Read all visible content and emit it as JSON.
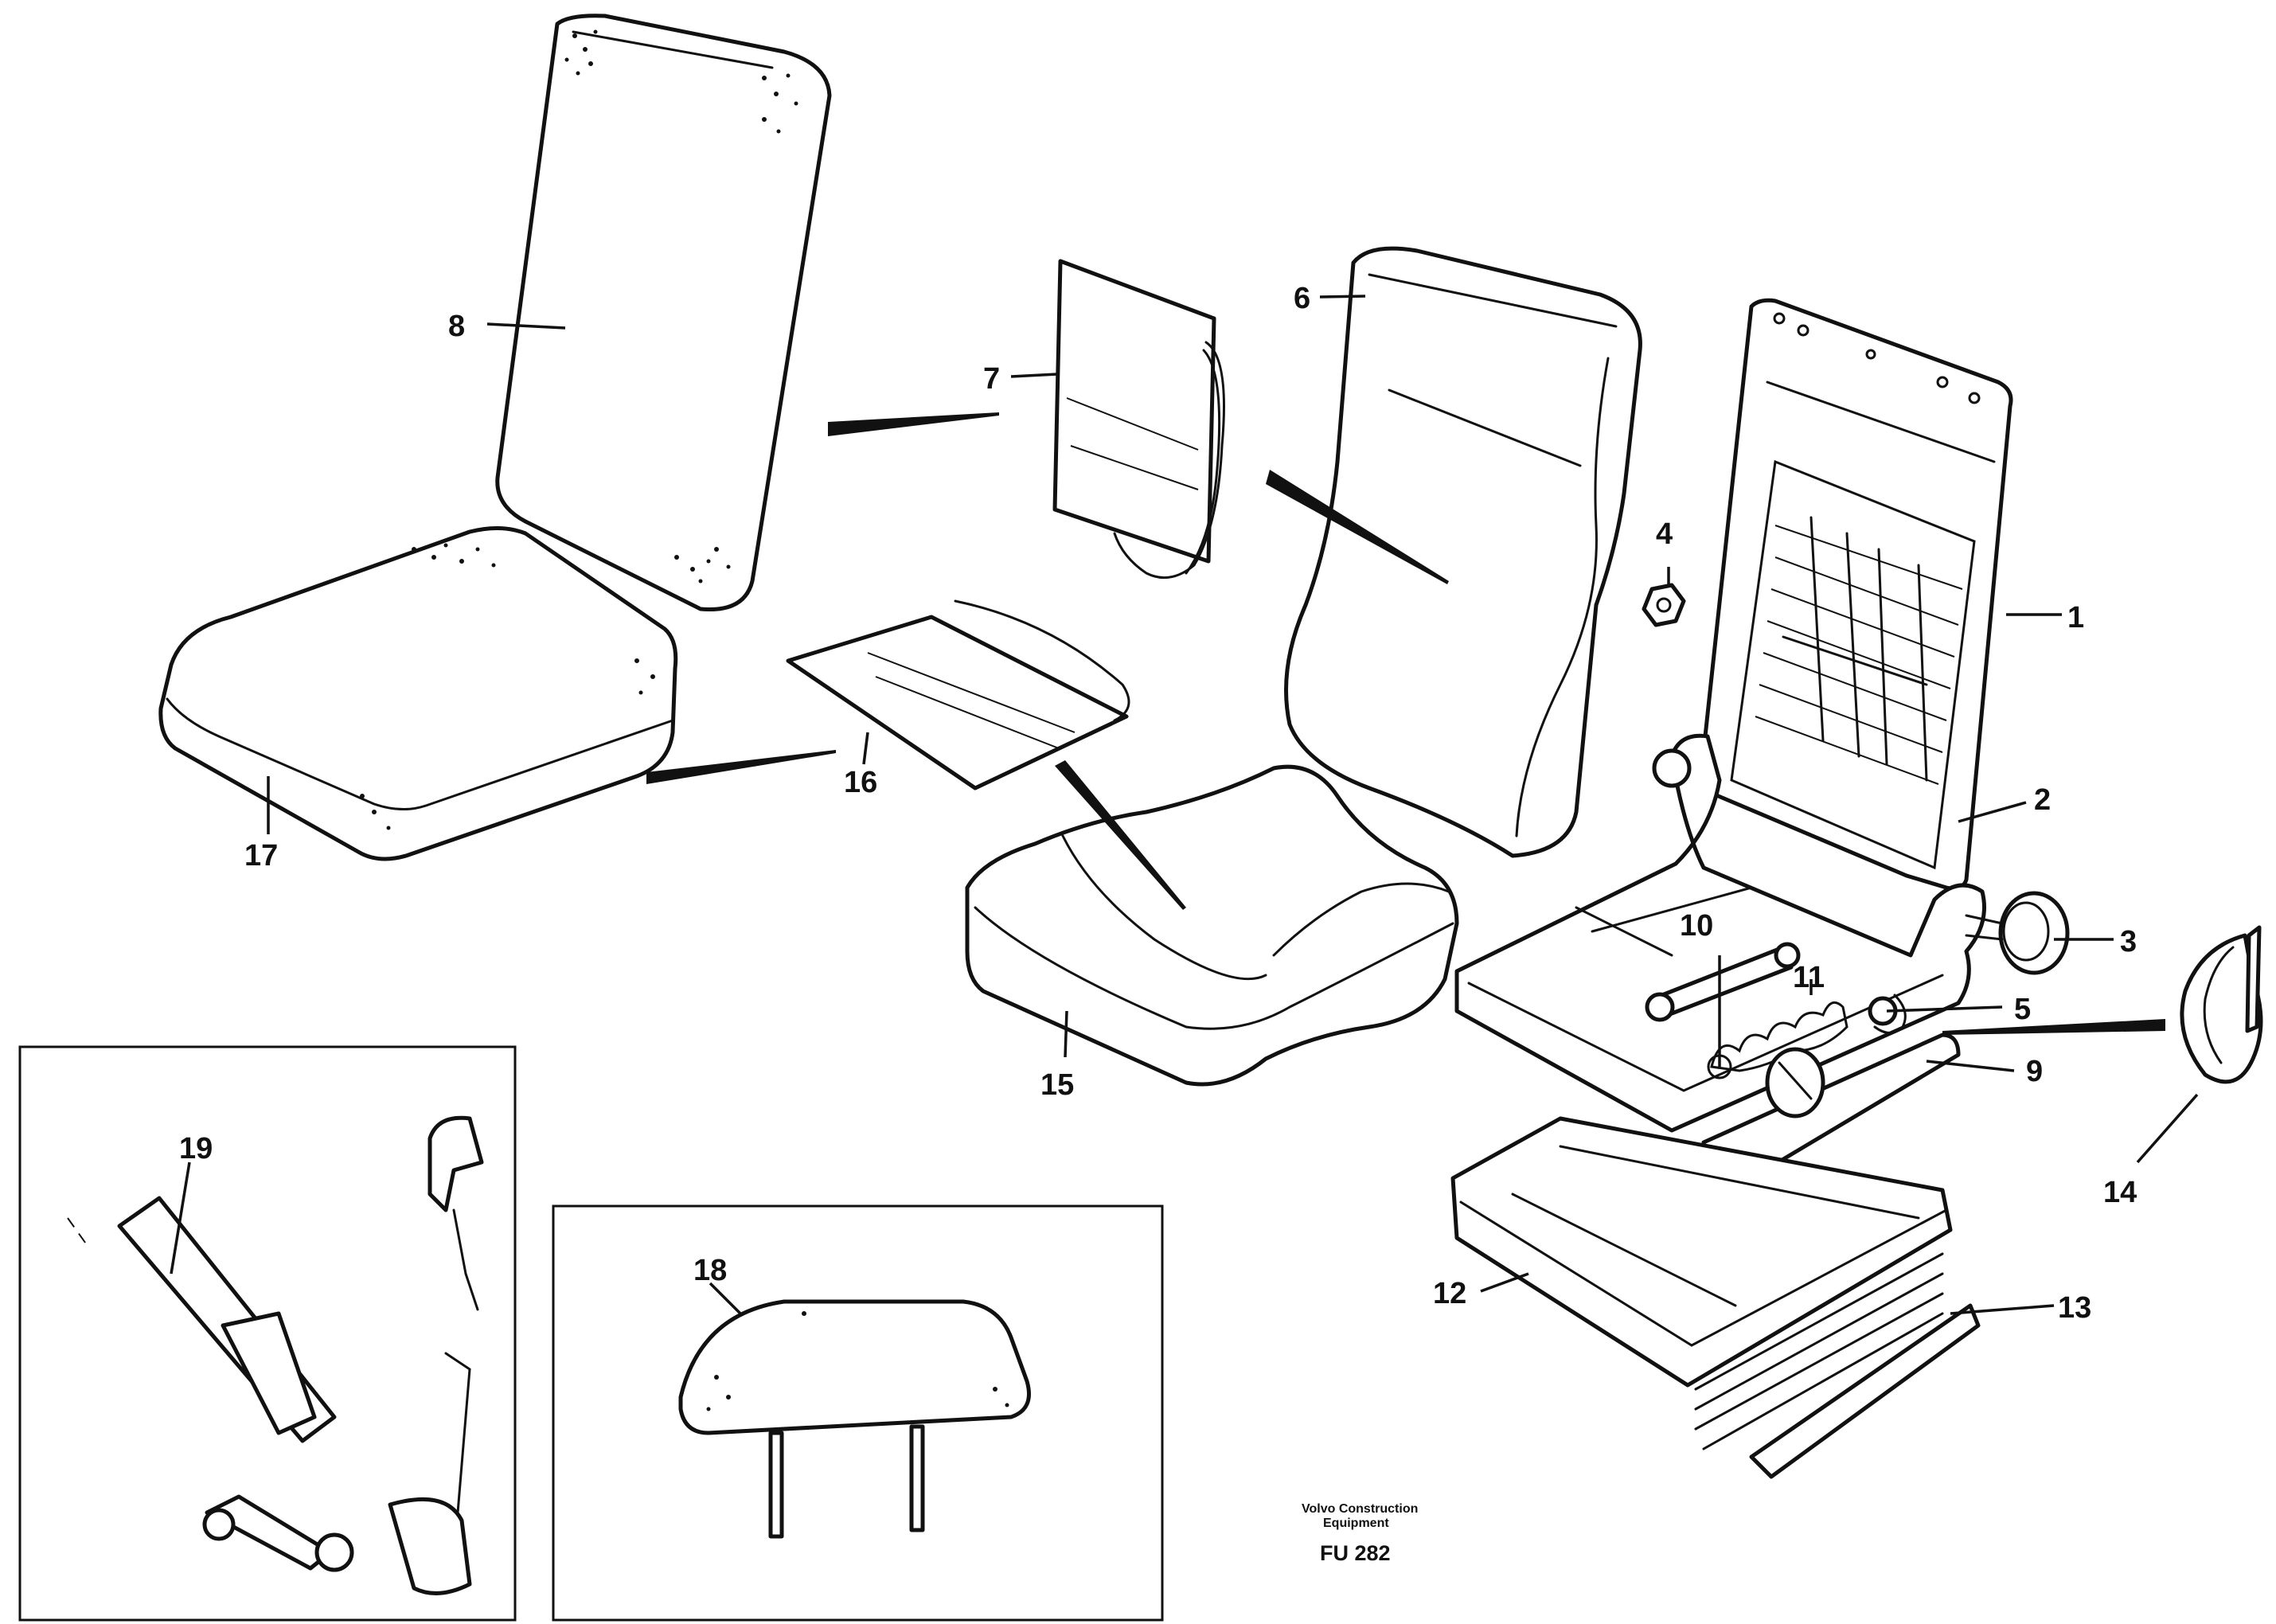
{
  "callouts": [
    "1",
    "2",
    "3",
    "4",
    "5",
    "6",
    "7",
    "8",
    "9",
    "10",
    "11",
    "12",
    "13",
    "14",
    "15",
    "16",
    "17",
    "18",
    "19"
  ],
  "caption": {
    "company_line1": "Volvo Construction",
    "company_line2": "Equipment",
    "code": "FU 282"
  }
}
